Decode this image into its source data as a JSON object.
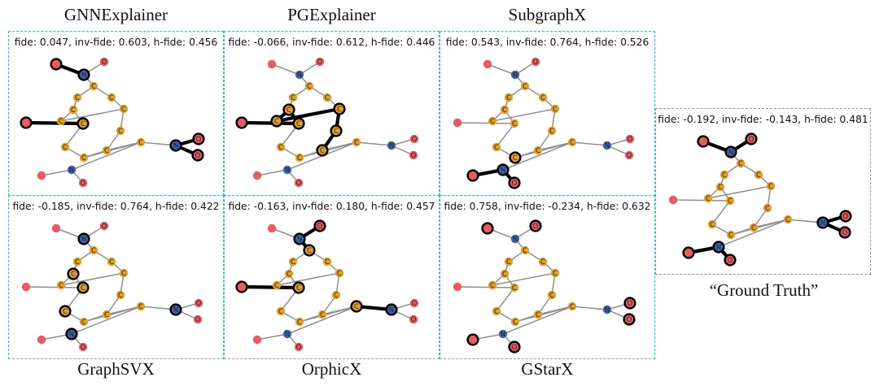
{
  "titles": {
    "gnnexplainer": "GNNExplainer",
    "pgexplainer": "PGExplainer",
    "subgraphx": "SubgraphX",
    "graphsvx": "GraphSVX",
    "orphicx": "OrphicX",
    "gstarx": "GStarX",
    "ground_truth": "“Ground Truth”"
  },
  "metrics": {
    "gnnexplainer": "fide: 0.047,  inv-fide: 0.603,  h-fide: 0.456",
    "pgexplainer": "fide: -0.066,  inv-fide: 0.612,  h-fide: 0.446",
    "subgraphx": "fide: 0.543,  inv-fide: 0.764,  h-fide: 0.526",
    "graphsvx": "fide: -0.185,  inv-fide: 0.764,  h-fide: 0.422",
    "orphicx": "fide: -0.163,  inv-fide: 0.180,  h-fide: 0.457",
    "gstarx": "fide: 0.758,  inv-fide: -0.234,  h-fide: 0.632",
    "ground_truth": "fide: -0.192,  inv-fide: -0.143,  h-fide: 0.481"
  },
  "colors": {
    "carbon": "#e4a025",
    "nitrogen": "#3f63ad",
    "oxygen": "#ea5a5e",
    "bond": "#8f8f8f",
    "highlight": "#000000",
    "panel_border": "#3cb4dc"
  },
  "molecule": {
    "atoms": [
      {
        "el": "O",
        "label": ""
      },
      {
        "el": "N",
        "label": "N"
      },
      {
        "el": "O",
        "label": "O"
      },
      {
        "el": "C",
        "label": "C"
      },
      {
        "el": "C",
        "label": "C"
      },
      {
        "el": "C",
        "label": "C"
      },
      {
        "el": "C",
        "label": "C"
      },
      {
        "el": "C",
        "label": "C"
      },
      {
        "el": "C",
        "label": "C"
      },
      {
        "el": "C",
        "label": "C"
      },
      {
        "el": "C",
        "label": "C"
      },
      {
        "el": "O",
        "label": ""
      },
      {
        "el": "C",
        "label": "C"
      },
      {
        "el": "C",
        "label": "C"
      },
      {
        "el": "C",
        "label": "C"
      },
      {
        "el": "C",
        "label": "C"
      },
      {
        "el": "N",
        "label": "N"
      },
      {
        "el": "O",
        "label": "O"
      },
      {
        "el": "O",
        "label": "O"
      },
      {
        "el": "N",
        "label": "N"
      },
      {
        "el": "O",
        "label": ""
      },
      {
        "el": "O",
        "label": "O"
      }
    ],
    "bonds": [
      [
        0,
        1
      ],
      [
        1,
        2
      ],
      [
        1,
        3
      ],
      [
        3,
        4
      ],
      [
        3,
        5
      ],
      [
        4,
        6
      ],
      [
        5,
        7
      ],
      [
        6,
        8
      ],
      [
        6,
        9
      ],
      [
        7,
        8
      ],
      [
        7,
        10
      ],
      [
        9,
        11
      ],
      [
        9,
        12
      ],
      [
        12,
        13
      ],
      [
        13,
        14
      ],
      [
        13,
        15
      ],
      [
        10,
        14
      ],
      [
        14,
        15
      ],
      [
        15,
        16
      ],
      [
        16,
        17
      ],
      [
        16,
        18
      ],
      [
        15,
        19
      ],
      [
        19,
        20
      ],
      [
        19,
        21
      ]
    ]
  },
  "explanations": {
    "gnnexplainer": {
      "atoms": [
        0,
        1,
        9,
        11,
        16,
        17,
        18
      ],
      "bonds": [
        [
          0,
          1
        ],
        [
          9,
          11
        ],
        [
          16,
          17
        ],
        [
          16,
          18
        ]
      ]
    },
    "pgexplainer": {
      "atoms": [
        6,
        7,
        8,
        9,
        10,
        11,
        14
      ],
      "bonds": [
        [
          9,
          11
        ],
        [
          6,
          9
        ],
        [
          6,
          8
        ],
        [
          7,
          8
        ],
        [
          7,
          10
        ],
        [
          10,
          14
        ]
      ]
    },
    "subgraphx": {
      "atoms": [
        13,
        19,
        20,
        21
      ],
      "bonds": [
        [
          13,
          19
        ],
        [
          19,
          20
        ],
        [
          19,
          21
        ]
      ]
    },
    "graphsvx": {
      "atoms": [
        1,
        6,
        9,
        12,
        16,
        19
      ],
      "bonds": []
    },
    "orphicx": {
      "atoms": [
        1,
        2,
        3,
        9,
        11,
        15,
        16
      ],
      "bonds": [
        [
          1,
          2
        ],
        [
          1,
          3
        ],
        [
          9,
          11
        ],
        [
          15,
          16
        ]
      ]
    },
    "gstarx": {
      "atoms": [
        0,
        2,
        17,
        18,
        20,
        21
      ],
      "bonds": []
    },
    "ground_truth": {
      "atoms": [
        0,
        1,
        2,
        16,
        17,
        18,
        19,
        20,
        21
      ],
      "bonds": [
        [
          0,
          1
        ],
        [
          1,
          2
        ],
        [
          16,
          17
        ],
        [
          16,
          18
        ],
        [
          19,
          20
        ],
        [
          19,
          21
        ]
      ]
    }
  }
}
